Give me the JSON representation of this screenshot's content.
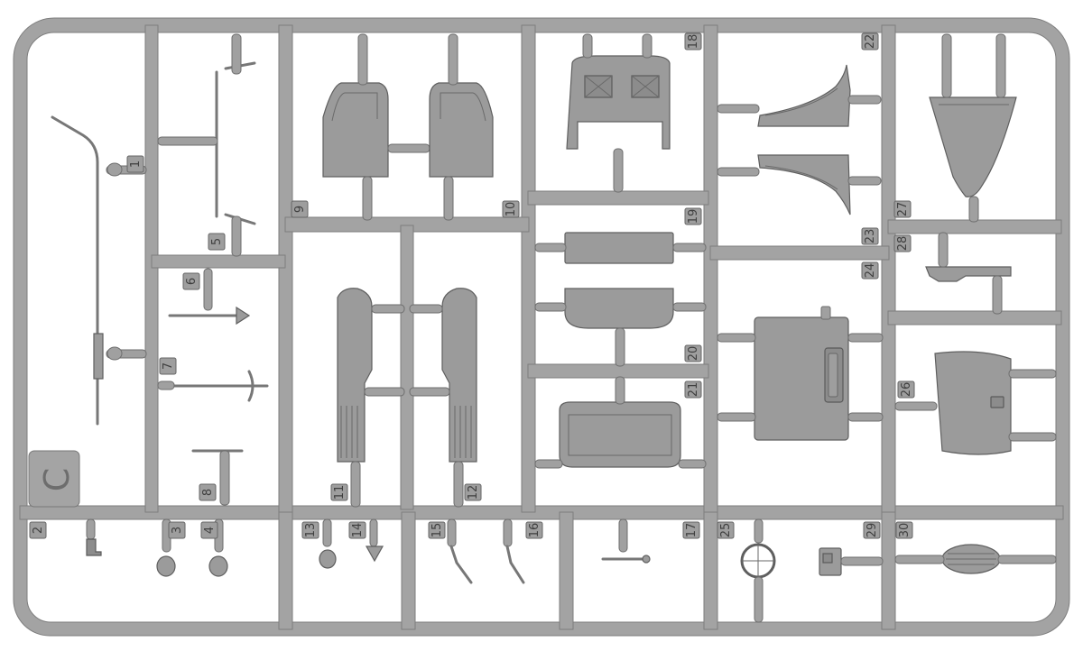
{
  "sprue_letter": "C",
  "part_numbers": [
    "1",
    "2",
    "3",
    "4",
    "5",
    "6",
    "7",
    "8",
    "9",
    "10",
    "11",
    "12",
    "13",
    "14",
    "15",
    "16",
    "17",
    "18",
    "19",
    "20",
    "21",
    "22",
    "23",
    "24",
    "25",
    "26",
    "27",
    "28",
    "29",
    "30"
  ],
  "colors": {
    "plastic": "#9b9b9b",
    "sprue_frame": "#a3a3a3",
    "outline": "#5f5f5f",
    "background": "#ffffff"
  }
}
